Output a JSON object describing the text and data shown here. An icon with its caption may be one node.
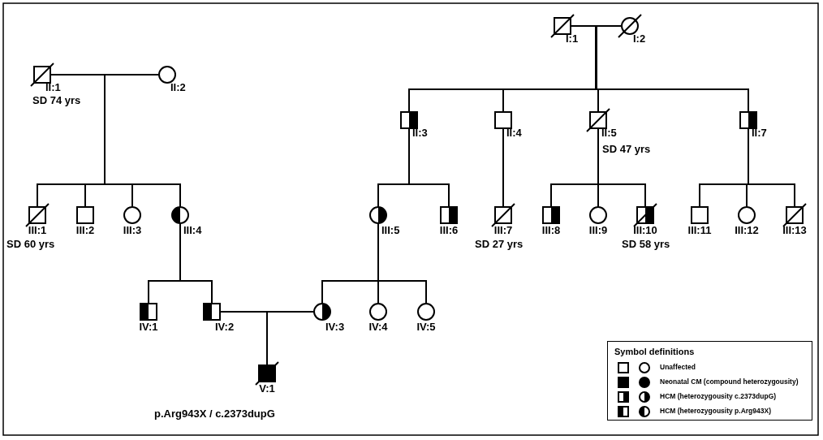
{
  "diagram": {
    "nodes": [
      {
        "text": [
          "I:1"
        ]
      },
      {
        "text": [
          "I:2"
        ]
      },
      {
        "text": [
          "II:1"
        ],
        "beside": [
          "SD 74 yrs"
        ]
      },
      {
        "text": [
          "II:2"
        ]
      },
      {
        "text": [
          "II:3"
        ]
      },
      {
        "text": [
          "II:4"
        ]
      },
      {
        "text": [
          "II:5"
        ],
        "beside": [
          "SD 47 yrs"
        ]
      },
      {
        "text": [
          "II:7"
        ]
      },
      {
        "text": [
          "III:1"
        ],
        "beside": [
          "SD 60 yrs"
        ]
      },
      {
        "text": [
          "III:2"
        ]
      },
      {
        "text": [
          "III:3"
        ]
      },
      {
        "text": [
          "III:4"
        ]
      },
      {
        "text": [
          "III:5"
        ]
      },
      {
        "text": [
          "III:6"
        ]
      },
      {
        "text": [
          "III:7"
        ],
        "beside": [
          "SD 27 yrs"
        ]
      },
      {
        "text": [
          "III:8"
        ]
      },
      {
        "text": [
          "III:9"
        ]
      },
      {
        "text": [
          "III:10"
        ],
        "beside": [
          "SD 58 yrs"
        ]
      },
      {
        "text": [
          "III:11"
        ]
      },
      {
        "text": [
          "III:12"
        ]
      },
      {
        "text": [
          "III:13"
        ]
      },
      {
        "text": [
          "IV:1"
        ]
      },
      {
        "text": [
          "IV:2"
        ]
      },
      {
        "text": [
          "IV:3"
        ]
      },
      {
        "text": [
          "IV:4"
        ]
      },
      {
        "text": [
          "IV:5"
        ]
      },
      {
        "text": [
          "V:1"
        ]
      }
    ],
    "edges": [
      {
        "from": 0,
        "to": 1,
        "arrow": "none"
      },
      {
        "from": 0,
        "to": 4,
        "arrow": "none"
      },
      {
        "from": 1,
        "to": 4,
        "arrow": "none"
      },
      {
        "from": 0,
        "to": 5,
        "arrow": "none"
      },
      {
        "from": 1,
        "to": 5,
        "arrow": "none"
      },
      {
        "from": 0,
        "to": 6,
        "arrow": "none"
      },
      {
        "from": 1,
        "to": 6,
        "arrow": "none"
      },
      {
        "from": 0,
        "to": 7,
        "arrow": "none"
      },
      {
        "from": 1,
        "to": 7,
        "arrow": "none"
      },
      {
        "from": 2,
        "to": 3,
        "arrow": "none"
      },
      {
        "from": 2,
        "to": 8,
        "arrow": "none"
      },
      {
        "from": 3,
        "to": 8,
        "arrow": "none"
      },
      {
        "from": 2,
        "to": 9,
        "arrow": "none"
      },
      {
        "from": 3,
        "to": 9,
        "arrow": "none"
      },
      {
        "from": 2,
        "to": 10,
        "arrow": "none"
      },
      {
        "from": 3,
        "to": 10,
        "arrow": "none"
      },
      {
        "from": 2,
        "to": 11,
        "arrow": "none"
      },
      {
        "from": 3,
        "to": 11,
        "arrow": "none"
      },
      {
        "from": 4,
        "to": 12,
        "arrow": "none"
      },
      {
        "from": 4,
        "to": 13,
        "arrow": "none"
      },
      {
        "from": 5,
        "to": 14,
        "arrow": "none"
      },
      {
        "from": 6,
        "to": 15,
        "arrow": "none"
      },
      {
        "from": 6,
        "to": 16,
        "arrow": "none"
      },
      {
        "from": 6,
        "to": 17,
        "arrow": "none"
      },
      {
        "from": 7,
        "to": 18,
        "arrow": "none"
      },
      {
        "from": 7,
        "to": 19,
        "arrow": "none"
      },
      {
        "from": 7,
        "to": 20,
        "arrow": "none"
      },
      {
        "from": 11,
        "to": 21,
        "arrow": "none"
      },
      {
        "from": 11,
        "to": 22,
        "arrow": "none"
      },
      {
        "from": 12,
        "to": 23,
        "arrow": "none"
      },
      {
        "from": 12,
        "to": 24,
        "arrow": "none"
      },
      {
        "from": 12,
        "to": 25,
        "arrow": "none"
      },
      {
        "from": 22,
        "to": 23,
        "arrow": "none"
      },
      {
        "from": 22,
        "to": 26,
        "arrow": "none"
      },
      {
        "from": 23,
        "to": 26,
        "arrow": "none"
      }
    ],
    "labels": [
      "p.Arg943X / c.2373dupG",
      "Symbol definitions"
    ],
    "legend": [
      {
        "text": "Unaffected"
      },
      {
        "text": "Neonatal CM (compound heterozygousity)"
      },
      {
        "text": "HCM (heterozygousity c.2373dupG)"
      },
      {
        "text": "HCM (heterozygousity p.Arg943X)"
      }
    ]
  }
}
